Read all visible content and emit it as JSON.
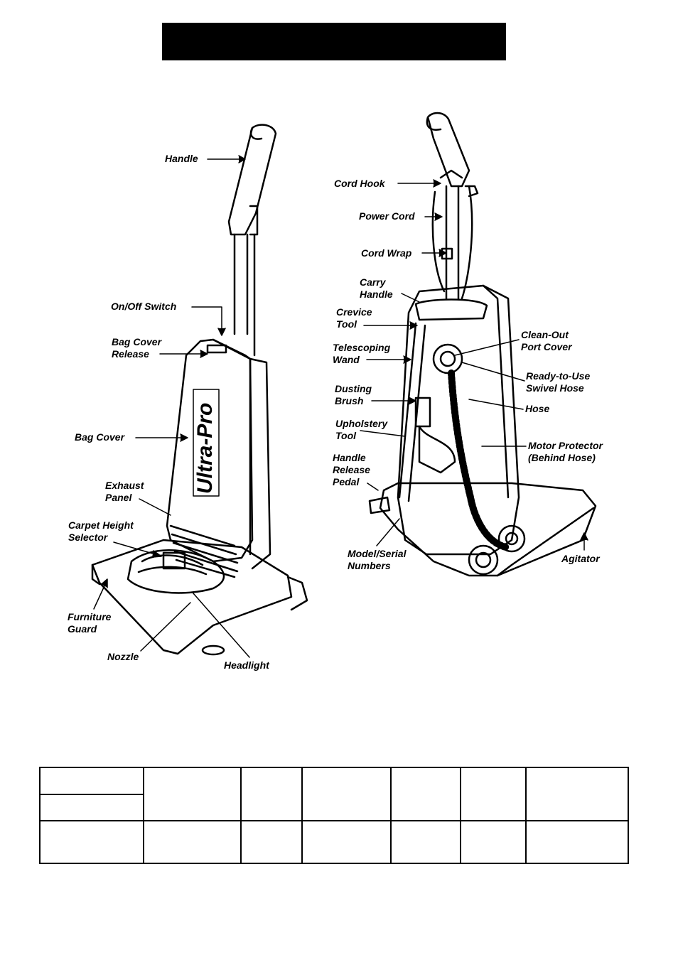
{
  "labels_left": [
    "Handle",
    "On/Off Switch",
    "Bag Cover\nRelease",
    "Bag Cover",
    "Exhaust\nPanel",
    "Carpet Height\nSelector",
    "Furniture\nGuard",
    "Nozzle",
    "Headlight"
  ],
  "labels_right": [
    "Cord Hook",
    "Power Cord",
    "Cord Wrap",
    "Carry\nHandle",
    "Crevice\nTool",
    "Telescoping\nWand",
    "Dusting\nBrush",
    "Upholstery\nTool",
    "Handle\nRelease\nPedal",
    "Model/Serial\nNumbers",
    "Clean-Out\nPort Cover",
    "Ready-to-Use\nSwivel Hose",
    "Hose",
    "Motor Protector\n(Behind Hose)",
    "Agitator"
  ],
  "brand_mark": "Ultra-Pro"
}
